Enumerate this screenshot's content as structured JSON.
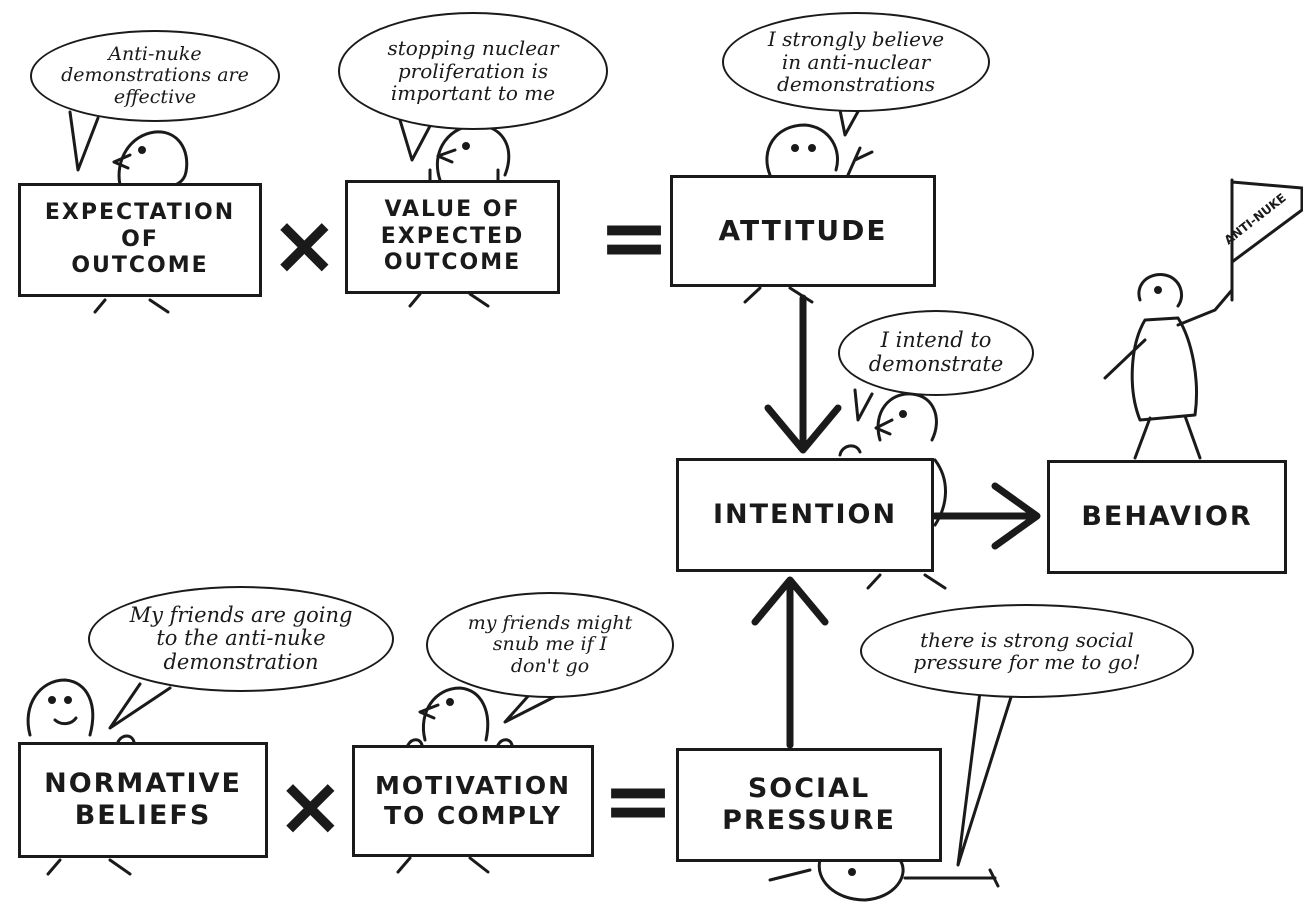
{
  "boxes": {
    "expectation": "EXPECTATION\nOF\nOUTCOME",
    "value": "VALUE  OF\nEXPECTED\nOUTCOME",
    "attitude": "ATTITUDE",
    "intention": "INTENTION",
    "behavior": "BEHAVIOR",
    "normative": "NORMATIVE\nBELIEFS",
    "motivation": "MOTIVATION\nTO COMPLY",
    "social": "SOCIAL\nPRESSURE"
  },
  "bubbles": {
    "expectation": "Anti-nuke\ndemonstrations are\neffective",
    "value": "stopping nuclear\nproliferation is\nimportant to me",
    "attitude": "I strongly believe\nin anti-nuclear\ndemonstrations",
    "intention": "I intend to\ndemonstrate",
    "normative": "My friends are going\nto the anti-nuke\ndemonstration",
    "motivation": "my friends might\nsnub me if I\ndon't go",
    "social": "there is strong social\npressure for me to go!"
  },
  "flag_text": "ANTI-NUKE",
  "operators": {
    "times_top": "×",
    "equals_top": "=",
    "times_bottom": "×",
    "equals_bottom": "="
  }
}
